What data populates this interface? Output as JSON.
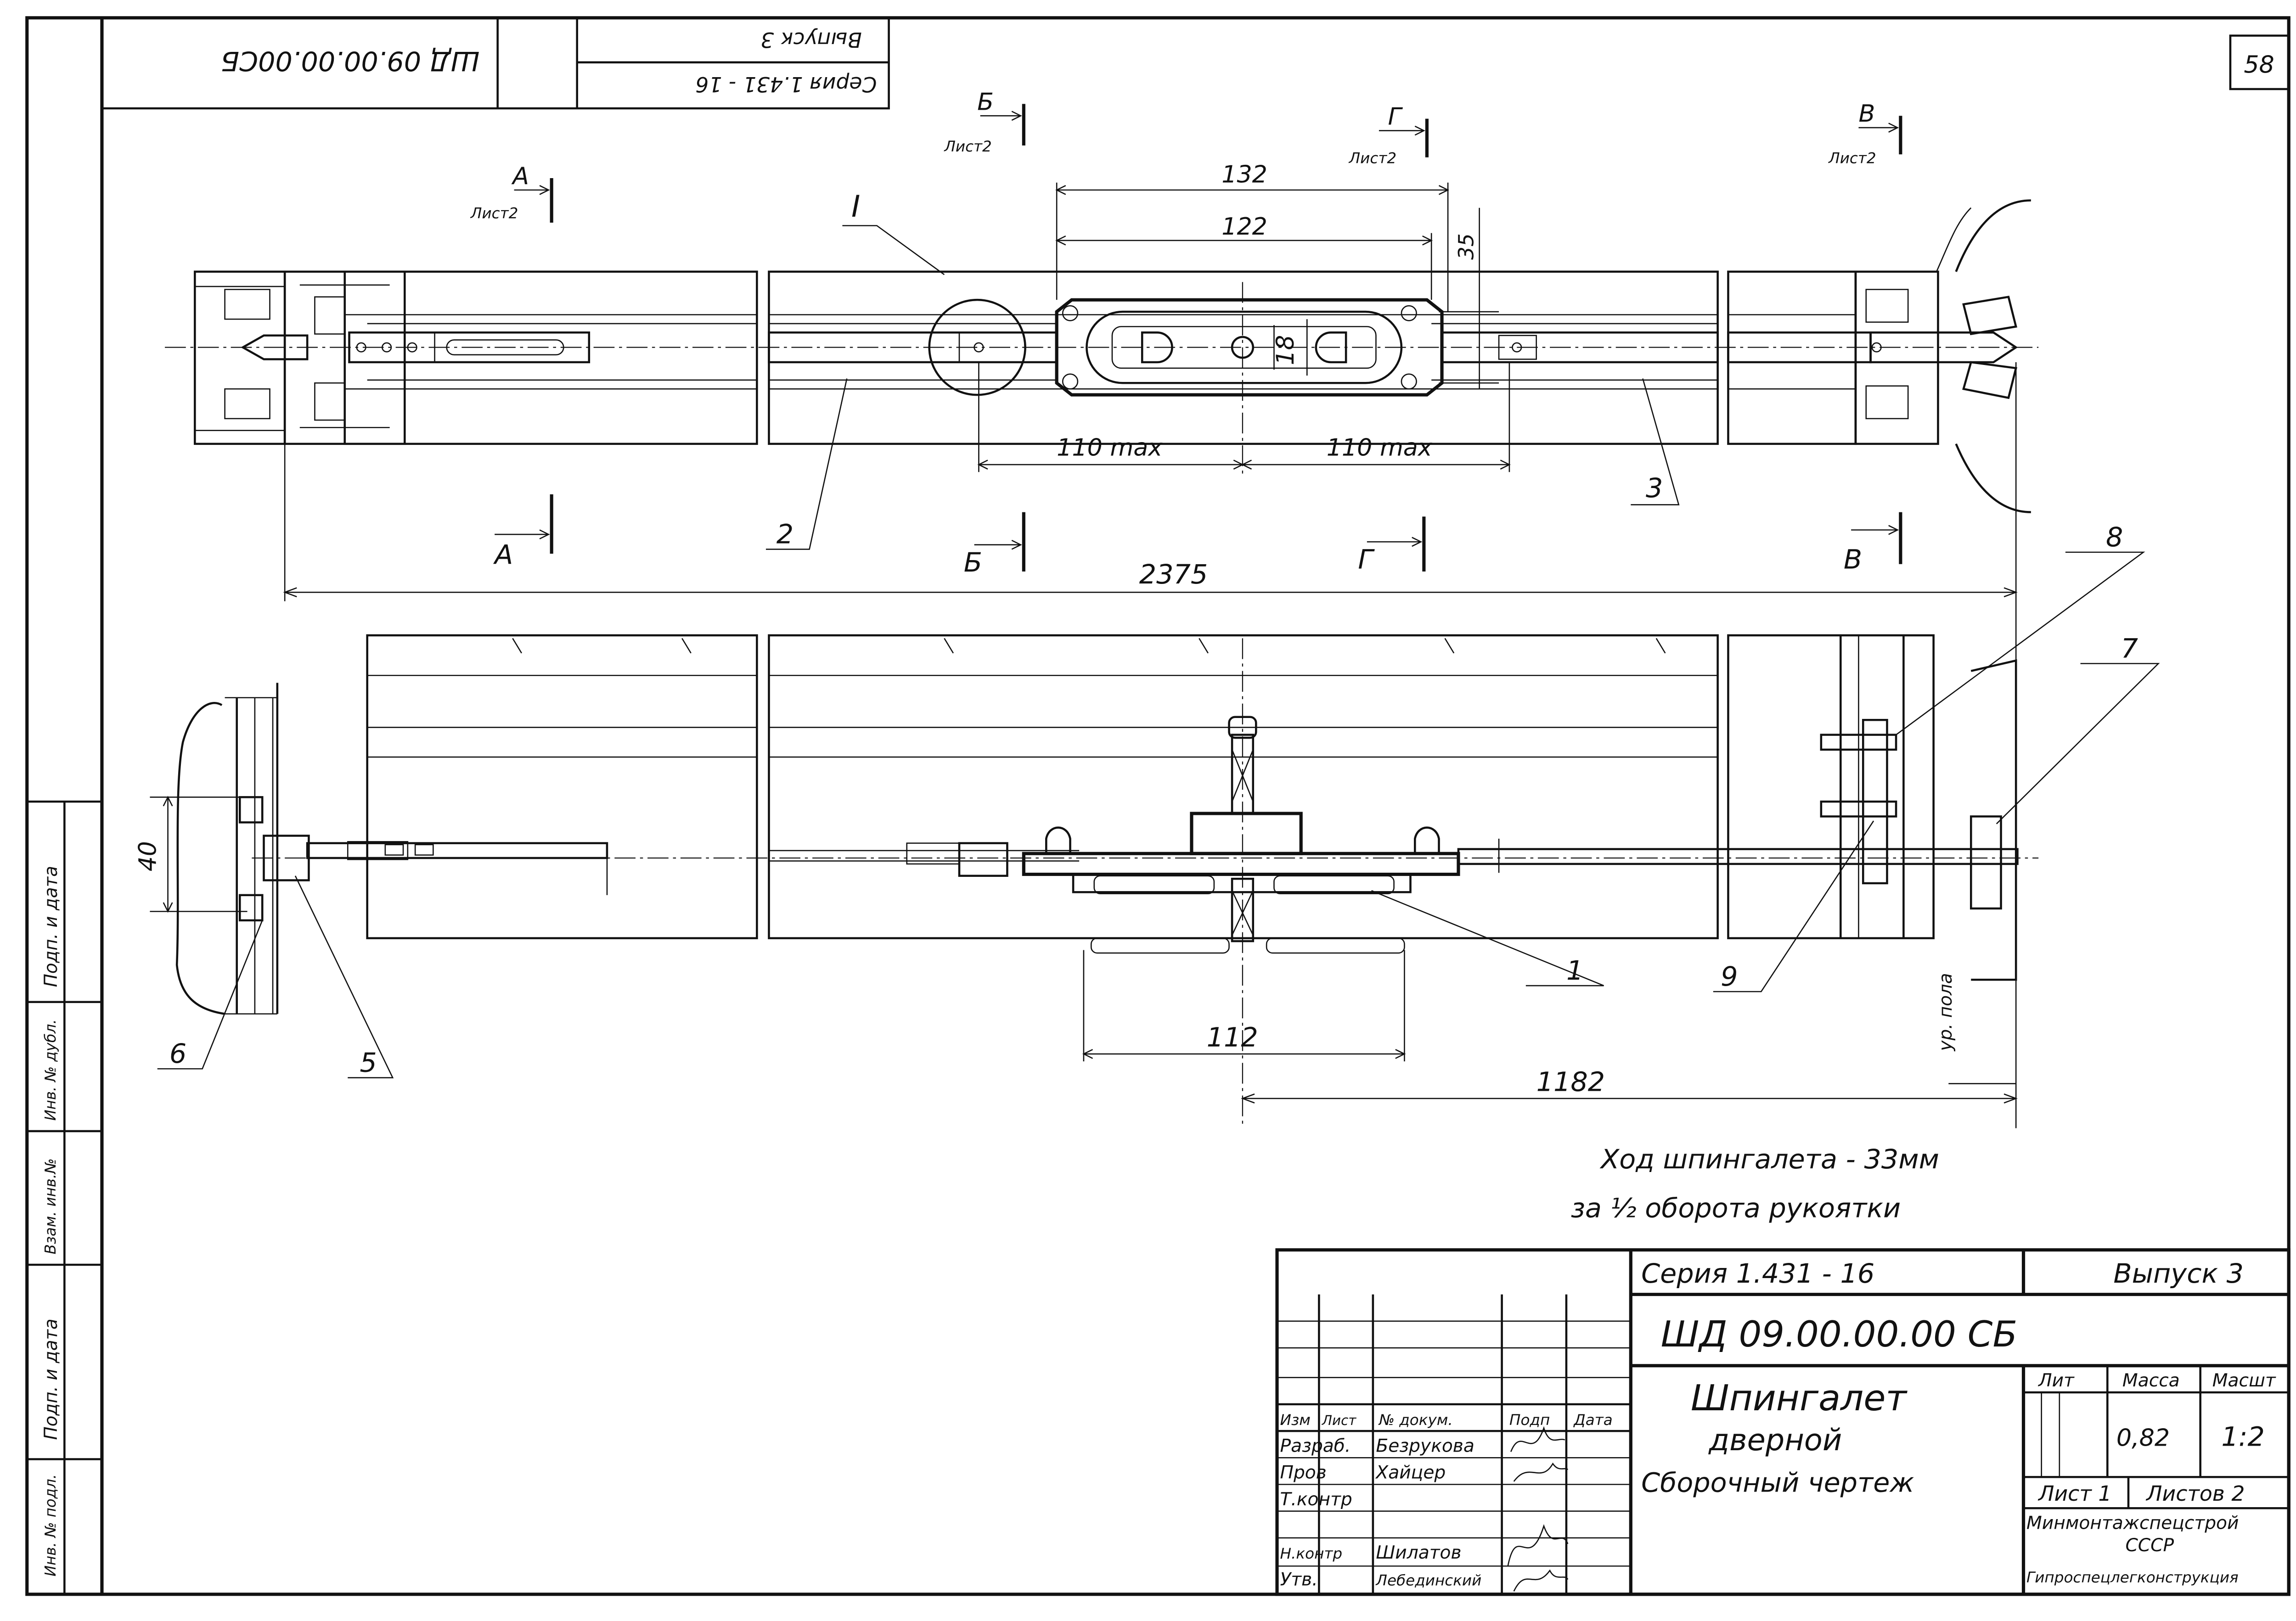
{
  "sheet_number": "58",
  "top_stamp": {
    "designation": "ШД 09.00.00.00СБ",
    "series": "Серия 1.431 - 16",
    "issue": "Выпуск 3"
  },
  "sections": {
    "A": {
      "letter": "А",
      "sheet_ref": "Лист2"
    },
    "B": {
      "letter": "Б",
      "sheet_ref": "Лист2"
    },
    "G": {
      "letter": "Г",
      "sheet_ref": "Лист2"
    },
    "V": {
      "letter": "В",
      "sheet_ref": "Лист2"
    }
  },
  "detail_view": "I",
  "dimensions": {
    "d132": "132",
    "d122": "122",
    "d35": "35",
    "d18": "18",
    "d110_left": "110 max",
    "d110_right": "110 max",
    "d2375": "2375",
    "d40": "40",
    "d112": "112",
    "d1182": "1182",
    "floor_level": "ур. пола"
  },
  "positions": [
    "1",
    "2",
    "3",
    "5",
    "6",
    "7",
    "8",
    "9"
  ],
  "notes": {
    "line1": "Ход шпингалета - 33мм",
    "line2": "за ½ оборота рукоятки"
  },
  "side_strip": {
    "c1": "Подп. и дата",
    "c2": "Инв. № дубл.",
    "c3": "Взам. инв.№",
    "c4": "Подп. и дата",
    "c5": "Инв. № подл."
  },
  "title_block": {
    "series": "Серия 1.431 - 16",
    "issue": "Выпуск 3",
    "designation": "ШД 09.00.00.00 СБ",
    "name_l1": "Шпингалет",
    "name_l2": "дверной",
    "name_l3": "Сборочный чертеж",
    "h_lit": "Лит",
    "h_mass": "Масса",
    "h_scale": "Масшт",
    "mass": "0,82",
    "scale": "1:2",
    "sheet": "Лист 1",
    "sheets": "Листов 2",
    "org_l1": "Минмонтажспецстрой",
    "org_l2": "СССР",
    "org_l3": "Гипроспецлегконструкция",
    "h_izm": "Изм",
    "h_list": "Лист",
    "h_doc": "№ докум.",
    "h_sign": "Подп",
    "h_date": "Дата",
    "r_razrab": "Разраб.",
    "n_razrab": "Безрукова",
    "r_prov": "Пров",
    "n_prov": "Хайцер",
    "r_tkontr": "Т.контр",
    "r_nkontr": "Н.контр",
    "n_nkontr": "Шилатов",
    "r_utv": "Утв.",
    "n_utv": "Лебединский"
  }
}
